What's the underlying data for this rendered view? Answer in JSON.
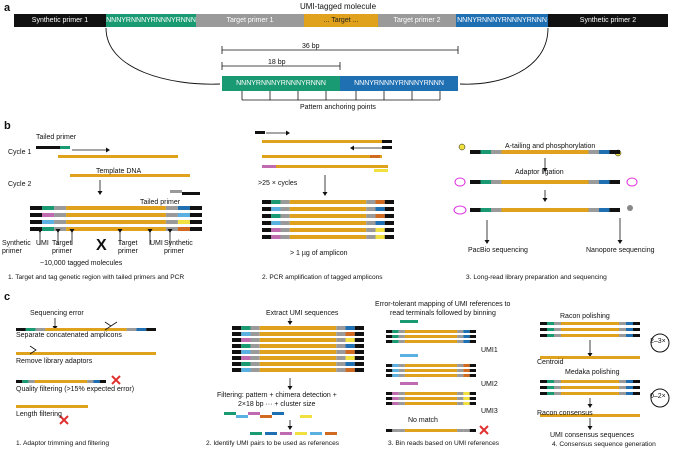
{
  "panel_a": {
    "label": "a",
    "title": "UMI-tagged molecule",
    "segments": [
      "Synthetic primer 1",
      "NNNYRNNNYRNNNYRNNN",
      "Target primer 1",
      "... Target ...",
      "Target primer 2",
      "NNNYRNNNYRNNNYRNNN",
      "Synthetic primer 2"
    ],
    "bp36": "36 bp",
    "bp18": "18 bp",
    "anchor": "Pattern anchoring points",
    "umi_left": "NNNYRNNNYRNNNYRNNN",
    "umi_right": "NNNYRNNNYRNNNYRNNN"
  },
  "panel_b": {
    "label": "b",
    "sub1": {
      "tailed1": "Tailed primer",
      "cycle1": "Cycle 1",
      "template": "Template DNA",
      "cycle2": "Cycle 2",
      "tailed2": "Tailed primer",
      "bottom_labels": [
        "Synthetic primer",
        "UMI",
        "Target primer",
        "X",
        "Target primer",
        "UMI",
        "Synthetic primer"
      ],
      "molecules": "~10,000 tagged molecules",
      "caption": "1. Target and tag genetic region with tailed primers and PCR"
    },
    "sub2": {
      "cycles": ">25 × cycles",
      "amount": "> 1 µg of amplicon",
      "caption": "2. PCR amplification of tagged amplicons"
    },
    "sub3": {
      "atail": "A-tailing and phosphorylation",
      "ligation": "Adaptor ligation",
      "pacbio": "PacBio sequencing",
      "nanopore": "Nanopore sequencing",
      "caption": "3. Long-read library preparation and sequencing"
    }
  },
  "panel_c": {
    "label": "c",
    "sub1": {
      "seqerr": "Sequencing error",
      "separate": "Separate concatenated amplicons",
      "remove": "Remove library adaptors",
      "quality": "Quality filtering (>15% expected error)",
      "length": "Length filtering",
      "caption": "1. Adaptor trimming and filtering"
    },
    "sub2": {
      "extract": "Extract UMI sequences",
      "filter1": "Filtering: pattern + chimera detection +",
      "filter2": "2×18 bp ··· + cluster size",
      "caption": "2. Identify UMI pairs to be used as references"
    },
    "sub3": {
      "title1": "Error-tolerant mapping of UMI references to",
      "title2": "read terminals followed by binning",
      "umis": [
        "UMI1",
        "UMI2",
        "UMI3"
      ],
      "nomatch": "No match",
      "caption": "3. Bin reads based on UMI references"
    },
    "sub4": {
      "racon": "Racon polishing",
      "centroid": "Centroid",
      "loop1": "2–3×",
      "medaka": "Medaka polishing",
      "loop2": "0–2×",
      "consensus": "Racon consensus",
      "umi_consensus": "UMI consensus sequences",
      "caption": "4. Consensus sequence generation"
    }
  },
  "colors": {
    "black": "#111111",
    "green": "#1a9a72",
    "grey": "#9a9a9a",
    "orange": "#e0a21c",
    "blue": "#1f6fb3",
    "yr": "#e0a21c",
    "pink": "#c06ab0",
    "lightblue": "#5ab0e0",
    "yellow": "#f0e040",
    "red": "#e03030",
    "darkorange": "#d06a20"
  }
}
